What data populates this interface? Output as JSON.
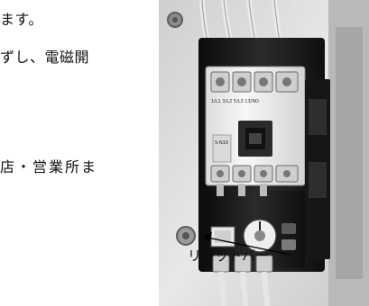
{
  "text": {
    "line1": "ます。",
    "line2": "ずし、電磁開",
    "line3": "店・営業所ま"
  },
  "callout": {
    "label": "リセットバー"
  },
  "photo": {
    "subject": "magnetic-contactor-photo",
    "labels": {
      "terminal_top": "1/L1  3/L2  5/L3  13/NO",
      "model": "S-N10"
    },
    "colors": {
      "panel": "#e6e6e6",
      "contactor_body": "#f2f2f2",
      "dark_part": "#1a1a1a",
      "wire": "#d8d8d8"
    }
  }
}
